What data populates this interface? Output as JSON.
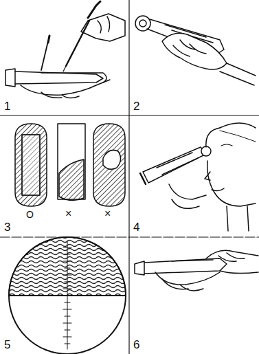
{
  "diagram": {
    "labels": [
      "1",
      "2",
      "O",
      "×",
      "×",
      "3",
      "4",
      "5",
      "6"
    ]
  }
}
